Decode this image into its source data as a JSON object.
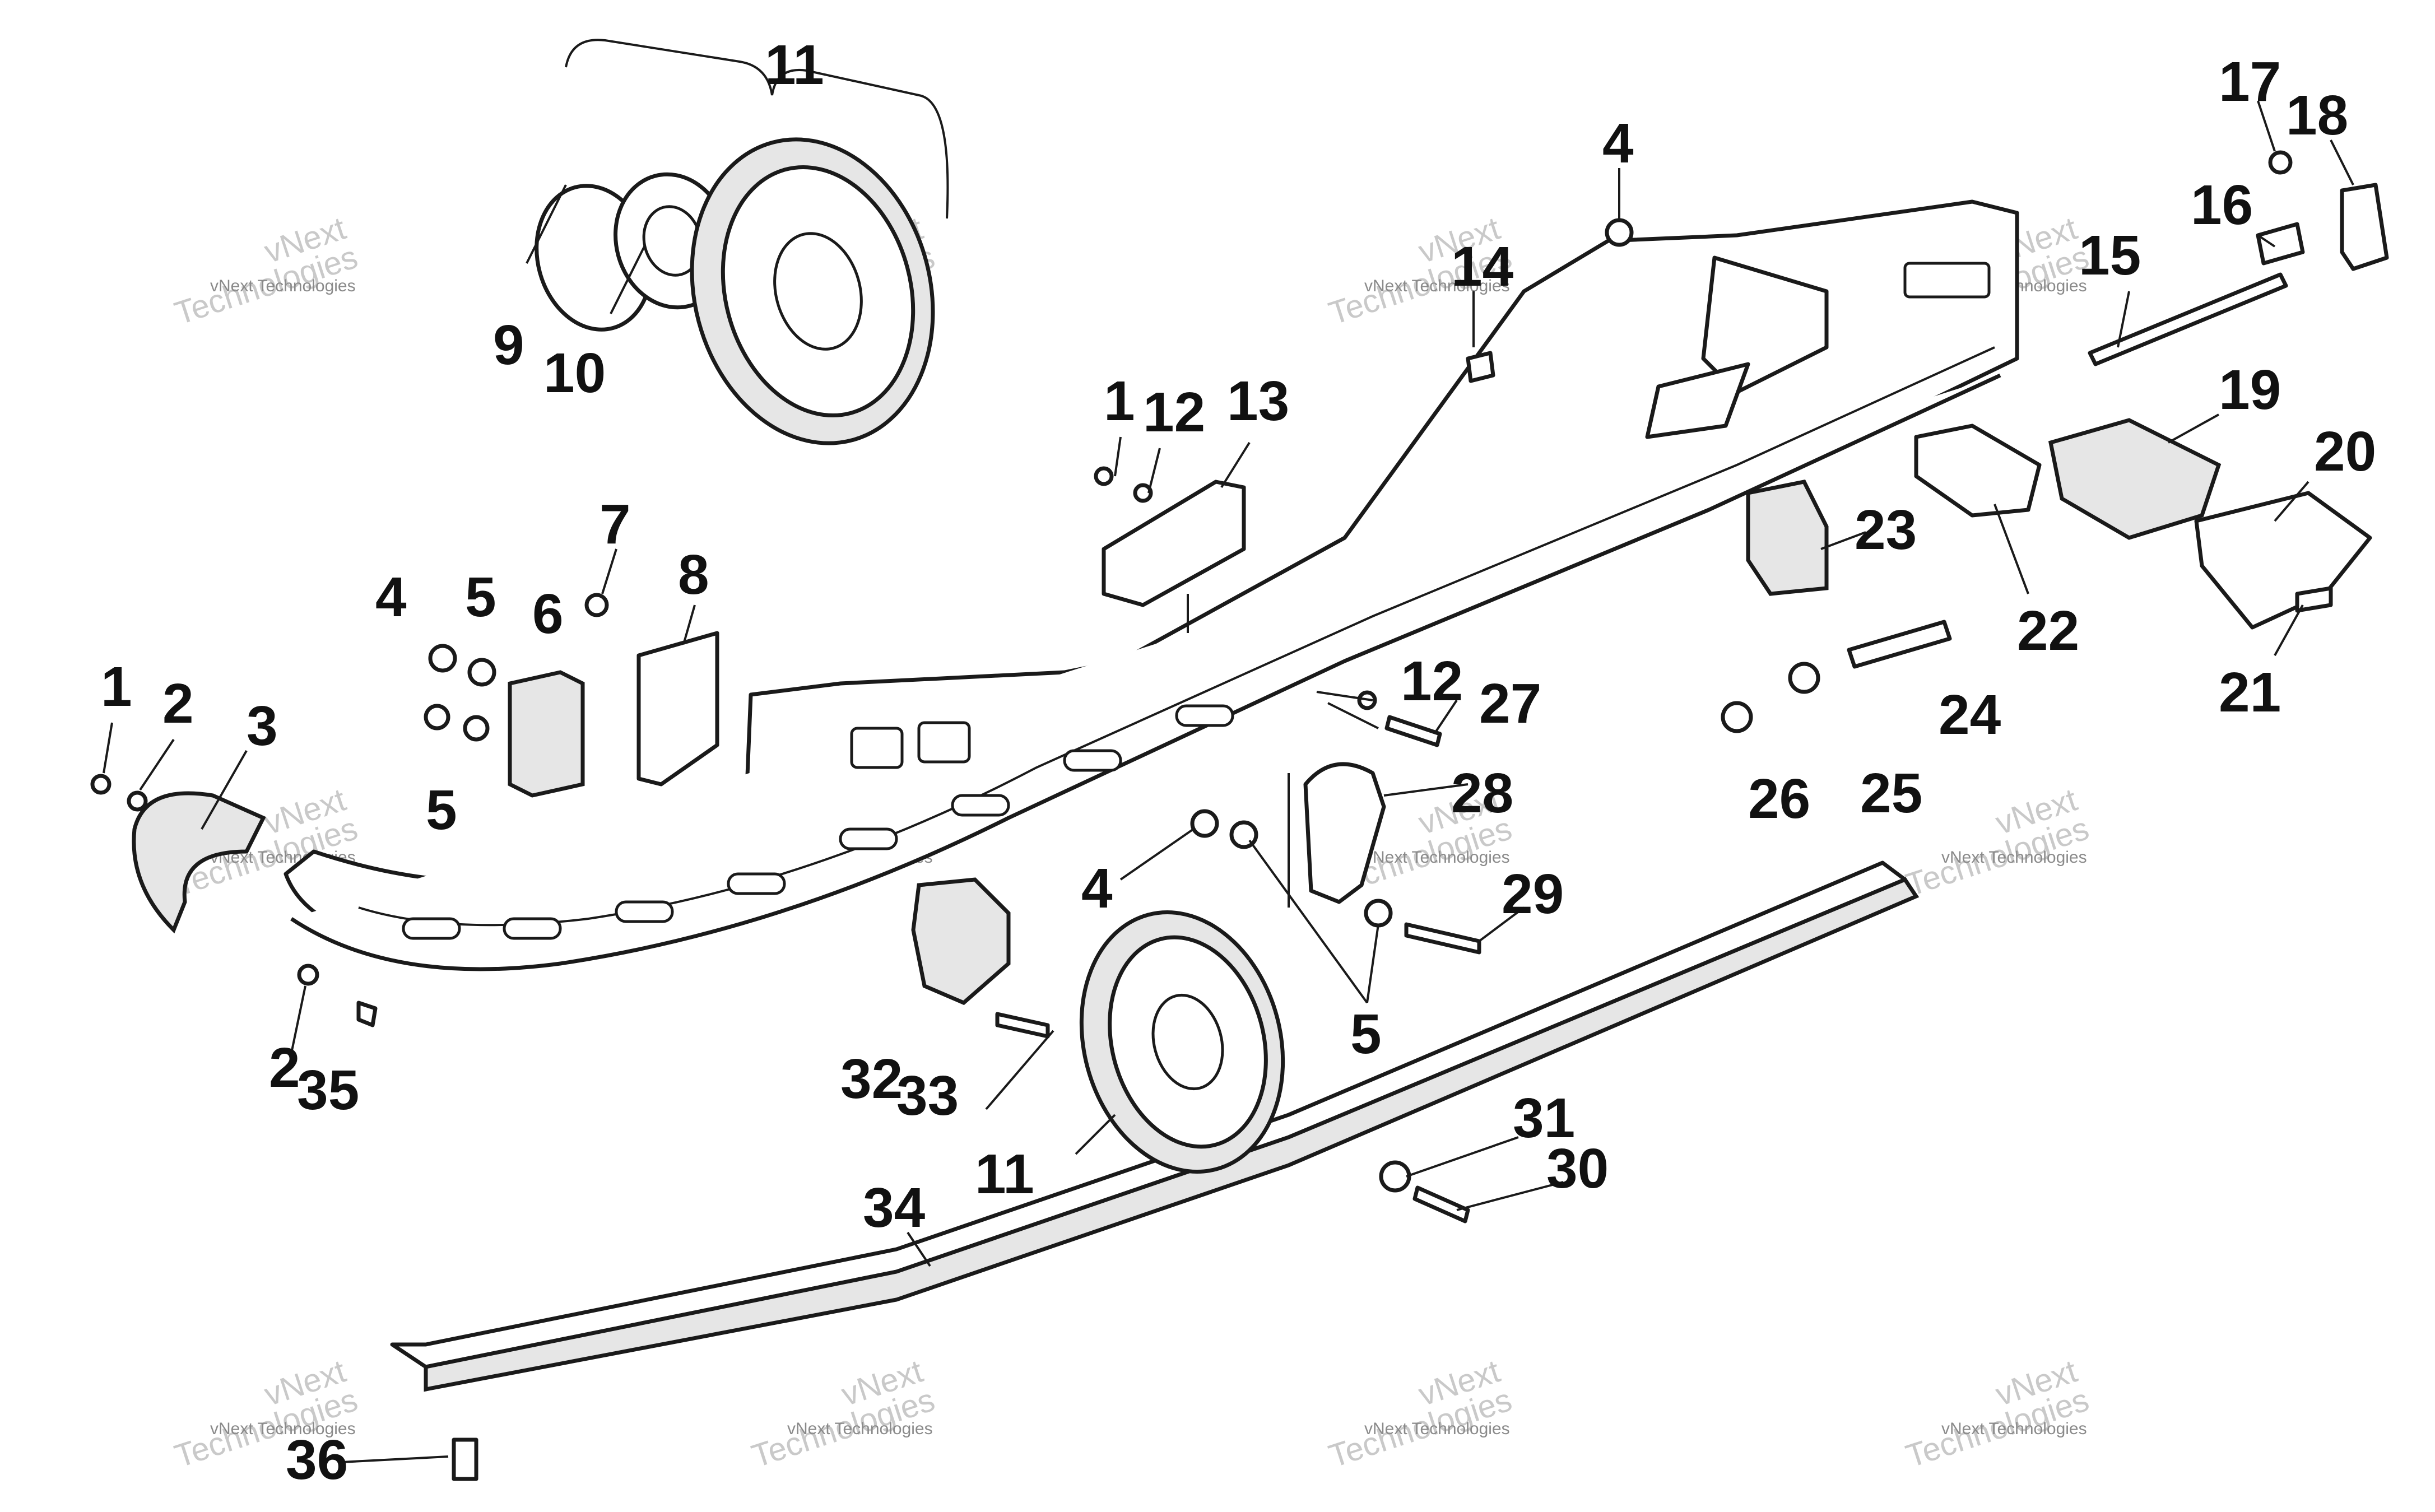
{
  "callouts": [
    {
      "id": "c11a",
      "text": "11"
    },
    {
      "id": "c9",
      "text": "9"
    },
    {
      "id": "c10",
      "text": "10"
    },
    {
      "id": "c4a",
      "text": "4"
    },
    {
      "id": "c14",
      "text": "14"
    },
    {
      "id": "c17",
      "text": "17"
    },
    {
      "id": "c18",
      "text": "18"
    },
    {
      "id": "c16",
      "text": "16"
    },
    {
      "id": "c15",
      "text": "15"
    },
    {
      "id": "c19",
      "text": "19"
    },
    {
      "id": "c20",
      "text": "20"
    },
    {
      "id": "c1a",
      "text": "1"
    },
    {
      "id": "c12a",
      "text": "12"
    },
    {
      "id": "c13",
      "text": "13"
    },
    {
      "id": "c7",
      "text": "7"
    },
    {
      "id": "c8",
      "text": "8"
    },
    {
      "id": "c4b",
      "text": "4"
    },
    {
      "id": "c5a",
      "text": "5"
    },
    {
      "id": "c6",
      "text": "6"
    },
    {
      "id": "c23",
      "text": "23"
    },
    {
      "id": "c22",
      "text": "22"
    },
    {
      "id": "c21",
      "text": "21"
    },
    {
      "id": "c1b",
      "text": "1"
    },
    {
      "id": "c2a",
      "text": "2"
    },
    {
      "id": "c3",
      "text": "3"
    },
    {
      "id": "c5b",
      "text": "5"
    },
    {
      "id": "c12b",
      "text": "12"
    },
    {
      "id": "c27",
      "text": "27"
    },
    {
      "id": "c24",
      "text": "24"
    },
    {
      "id": "c26",
      "text": "26"
    },
    {
      "id": "c25",
      "text": "25"
    },
    {
      "id": "c28",
      "text": "28"
    },
    {
      "id": "c4c",
      "text": "4"
    },
    {
      "id": "c29",
      "text": "29"
    },
    {
      "id": "c5c",
      "text": "5"
    },
    {
      "id": "c2b",
      "text": "2"
    },
    {
      "id": "c35",
      "text": "35"
    },
    {
      "id": "c32",
      "text": "32"
    },
    {
      "id": "c33",
      "text": "33"
    },
    {
      "id": "c11b",
      "text": "11"
    },
    {
      "id": "c31",
      "text": "31"
    },
    {
      "id": "c30",
      "text": "30"
    },
    {
      "id": "c34",
      "text": "34"
    },
    {
      "id": "c36",
      "text": "36"
    }
  ],
  "watermark": {
    "line1": "vNext Technologies",
    "line2": "vNext",
    "line3": "Technologies"
  }
}
